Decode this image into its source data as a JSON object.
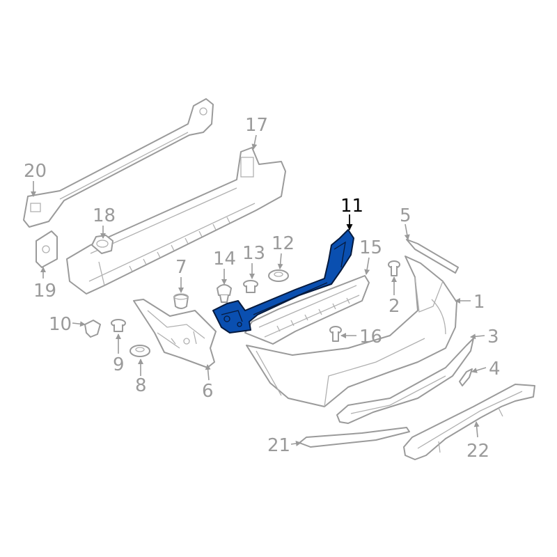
{
  "diagram": {
    "highlight_color": "#0a4fb0",
    "line_color": "#9a9a9a",
    "callouts": {
      "c1": "1",
      "c2": "2",
      "c3": "3",
      "c4": "4",
      "c5": "5",
      "c6": "6",
      "c7": "7",
      "c8": "8",
      "c9": "9",
      "c10": "10",
      "c11": "11",
      "c12": "12",
      "c13": "13",
      "c14": "14",
      "c15": "15",
      "c16": "16",
      "c17": "17",
      "c18": "18",
      "c19": "19",
      "c20": "20",
      "c21": "21",
      "c22": "22"
    },
    "highlighted_part": "11"
  }
}
